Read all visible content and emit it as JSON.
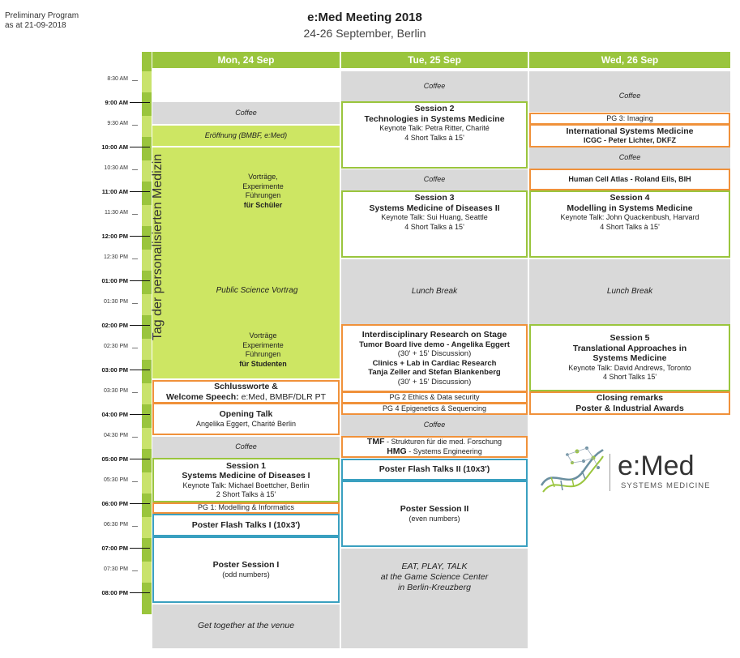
{
  "header": {
    "prelim_line1": "Preliminary Program",
    "prelim_line2": "as at 21-09-2018",
    "title": "e:Med Meeting 2018",
    "subtitle": "24-26 September, Berlin"
  },
  "days": [
    "Mon, 24 Sep",
    "Tue, 25 Sep",
    "Wed, 26 Sep"
  ],
  "times": [
    "8:30 AM",
    "9:00 AM",
    "9:30 AM",
    "10:00 AM",
    "10:30 AM",
    "11:00 AM",
    "11:30 AM",
    "12:00 PM",
    "12:30 PM",
    "01:00 PM",
    "01:30 PM",
    "02:00 PM",
    "02:30 PM",
    "03:00 PM",
    "03:30 PM",
    "04:00 PM",
    "04:30 PM",
    "05:00 PM",
    "05:30 PM",
    "06:00 PM",
    "06:30 PM",
    "07:00 PM",
    "07:30 PM",
    "08:00 PM"
  ],
  "vertical_label": "Tag der personalisierten Medizin",
  "mon": {
    "coffee1": "Coffee",
    "eroeffnung": "Eröffnung (BMBF, e:Med)",
    "schueler_l1": "Vorträge,",
    "schueler_l2": "Experimente",
    "schueler_l3": "Führungen",
    "schueler_l4": "für Schüler",
    "public_science": "Public Science Vortrag",
    "studenten_l1": "Vorträge",
    "studenten_l2": "Experimente",
    "studenten_l3": "Führungen",
    "studenten_l4": "für Studenten",
    "schluss_l1": "Schlussworte &",
    "schluss_l2a": "Welcome Speech: ",
    "schluss_l2b": "e:Med, BMBF/DLR PT",
    "opening_title": "Opening Talk",
    "opening_sub": "Angelika Eggert, Charité Berlin",
    "coffee2": "Coffee",
    "s1_l1": "Session 1",
    "s1_l2": "Systems Medicine of Diseases I",
    "s1_l3": "Keynote Talk: Michael Boettcher, Berlin",
    "s1_l4": "2 Short Talks à 15'",
    "pg1": "PG 1: Modelling & Informatics",
    "flash1": "Poster Flash Talks I (10x3')",
    "poster1_title": "Poster Session I",
    "poster1_sub": "(odd numbers)",
    "get_together": "Get together at the venue"
  },
  "tue": {
    "coffee1": "Coffee",
    "s2_l1": "Session 2",
    "s2_l2": "Technologies in Systems Medicine",
    "s2_l3": "Keynote Talk: Petra Ritter, Charité",
    "s2_l4": "4 Short Talks à 15'",
    "coffee2": "Coffee",
    "s3_l1": "Session 3",
    "s3_l2": "Systems Medicine of Diseases II",
    "s3_l3": "Keynote Talk: Sui Huang, Seattle",
    "s3_l4": "4 Short Talks à 15'",
    "lunch": "Lunch Break",
    "ir_l1": "Interdisciplinary Research on Stage",
    "ir_l2": "Tumor Board live demo - Angelika Eggert",
    "ir_l3": "(30' + 15' Discussion)",
    "ir_l4": "Clinics + Lab in Cardiac Research",
    "ir_l5": "Tanja Zeller and Stefan Blankenberg",
    "ir_l6": "(30' + 15' Discussion)",
    "pg2": "PG 2 Ethics & Data security",
    "pg4": "PG 4 Epigenetics & Sequencing",
    "coffee3": "Coffee",
    "tmf_b": "TMF",
    "tmf_r": " - Strukturen für die med. Forschung",
    "hmg_b": "HMG",
    "hmg_r": " - Systems Engineering",
    "flash2": "Poster Flash Talks II (10x3')",
    "poster2_title": "Poster Session II",
    "poster2_sub": "(even numbers)",
    "eat_l1": "EAT, PLAY, TALK",
    "eat_l2": "at the Game Science Center",
    "eat_l3": "in Berlin-Kreuzberg"
  },
  "wed": {
    "coffee1": "Coffee",
    "pg3": "PG 3: Imaging",
    "ism_l1": "International Systems Medicine",
    "ism_l2": "ICGC - Peter Lichter, DKFZ",
    "coffee2": "Coffee",
    "hca": "Human Cell Atlas - Roland Eils, BIH",
    "s4_l1": "Session 4",
    "s4_l2": "Modelling in Systems Medicine",
    "s4_l3": "Keynote Talk: John Quackenbush, Harvard",
    "s4_l4": "4 Short Talks à 15'",
    "lunch": "Lunch Break",
    "s5_l1": "Session 5",
    "s5_l2": "Translational Approaches in",
    "s5_l3": "Systems Medicine",
    "s5_l4": "Keynote Talk: David Andrews, Toronto",
    "s5_l5": "4 Short Talks  15'",
    "closing_l1": "Closing remarks",
    "closing_l2": "Poster & Industrial Awards"
  },
  "logo": {
    "name": "e:Med",
    "tagline": "SYSTEMS MEDICINE"
  },
  "colors": {
    "day_header": "#9ac53d",
    "lime_block": "#cde663",
    "coffee_gray": "#d9d9d9",
    "orange_border": "#f0913a",
    "green_border": "#9ac53d",
    "blue_border": "#3aa0c0"
  }
}
